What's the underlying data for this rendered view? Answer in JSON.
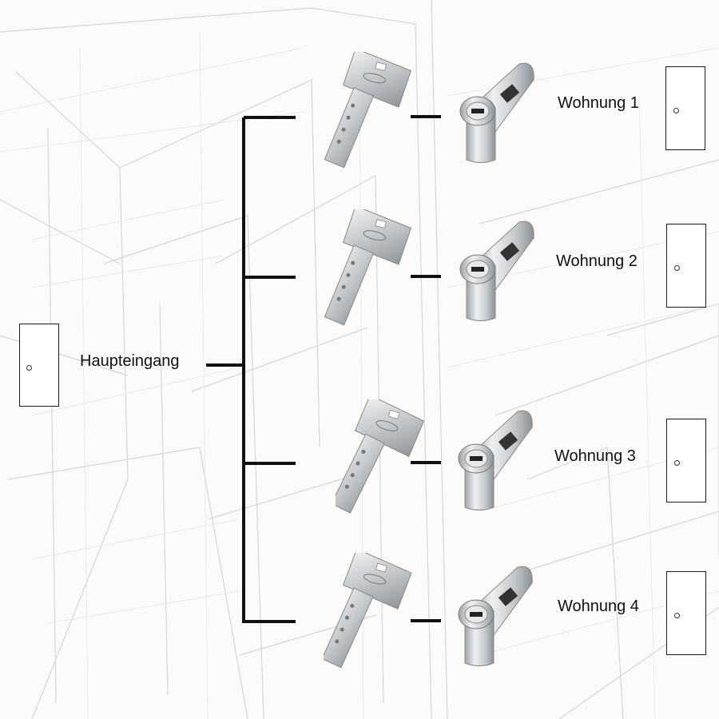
{
  "main_entrance": {
    "label": "Haupteingang"
  },
  "apartments": [
    {
      "label": "Wohnung 1"
    },
    {
      "label": "Wohnung 2"
    },
    {
      "label": "Wohnung 3"
    },
    {
      "label": "Wohnung 4"
    }
  ],
  "icons": {
    "key": "key-icon",
    "cylinder": "lock-cylinder-icon",
    "door": "door-icon"
  },
  "colors": {
    "line": "#111111",
    "sketch": "#d4d4d4",
    "metal": "#c9cdd0"
  }
}
